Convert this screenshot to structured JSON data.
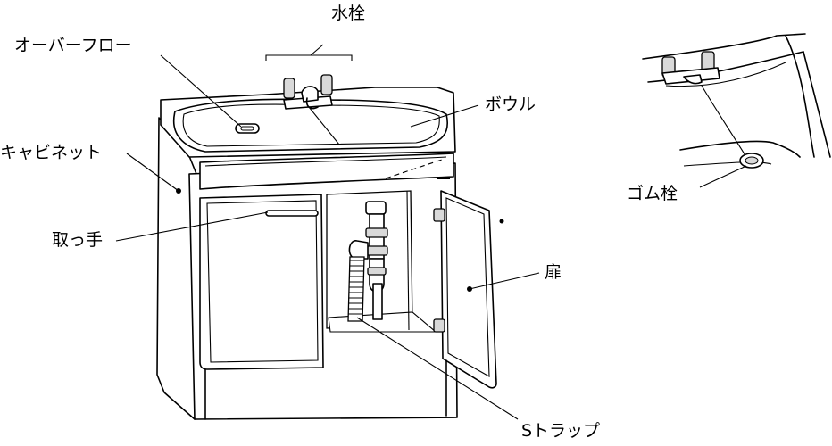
{
  "labels": {
    "faucet": "水栓",
    "overflow": "オーバーフロー",
    "bowl": "ボウル",
    "cabinet": "キャビネット",
    "handle": "取っ手",
    "door": "扉",
    "strap": "Sトラップ",
    "rubber_plug": "ゴム栓"
  }
}
